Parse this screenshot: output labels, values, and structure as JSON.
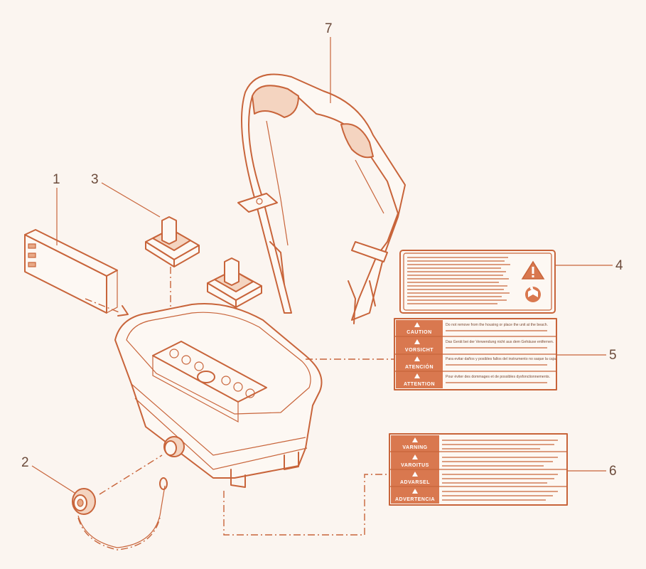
{
  "callouts": {
    "n1": "1",
    "n2": "2",
    "n3": "3",
    "n4": "4",
    "n5": "5",
    "n6": "6",
    "n7": "7"
  },
  "label5": {
    "rows": [
      {
        "word": "CAUTION",
        "text": "Do not remove from the housing or place the unit at the beach."
      },
      {
        "word": "VORSICHT",
        "text": "Das Gerät bei der Verwendung nicht aus dem Gehäuse entfernen."
      },
      {
        "word": "ATENCIÓN",
        "text": "Para evitar daños y posibles fallos del instrumento no saque la caja."
      },
      {
        "word": "ATTENTION",
        "text": "Pour éviter des dommages et de possibles dysfonctionnements."
      }
    ]
  },
  "label6": {
    "rows": [
      {
        "word": "VARNING",
        "text": ""
      },
      {
        "word": "VAROITUS",
        "text": ""
      },
      {
        "word": "ADVARSEL",
        "text": ""
      },
      {
        "word": "ADVERTENCIA",
        "text": ""
      }
    ]
  },
  "colors": {
    "ink": "#c8643a",
    "label_fill": "#d9784f"
  }
}
